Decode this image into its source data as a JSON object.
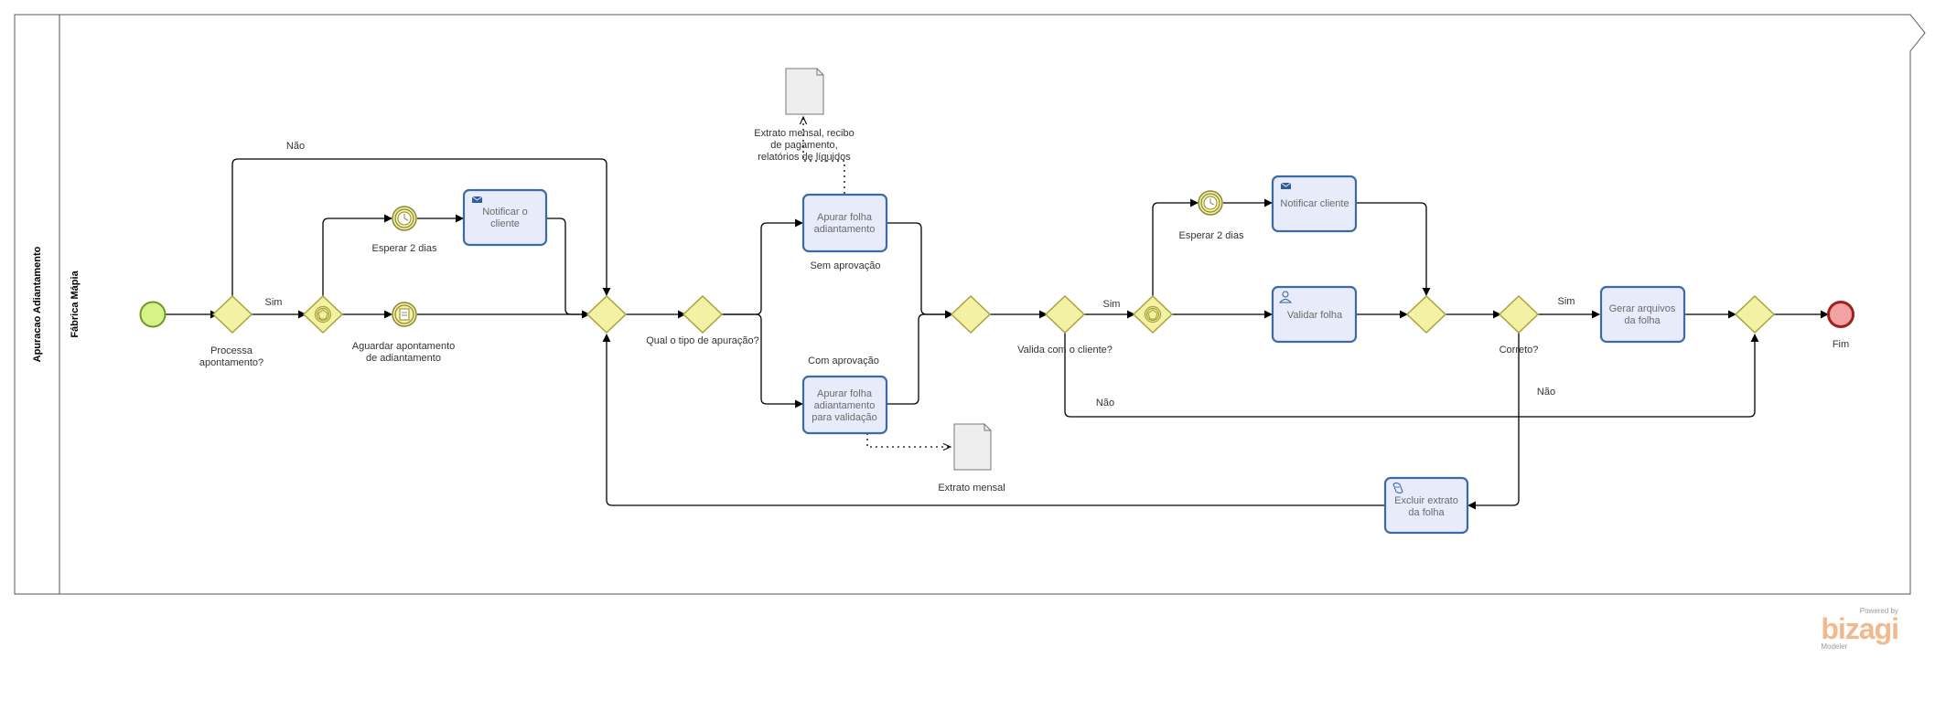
{
  "pool": {
    "name": "Apuracao Adiantamento"
  },
  "lane": {
    "name": "Fábrica Mápia"
  },
  "events": {
    "start": {
      "label": ""
    },
    "end": {
      "label": "Fim"
    },
    "timer1": {
      "label": "Esperar 2 dias"
    },
    "conditional1": {
      "label_line1": "Aguardar apontamento",
      "label_line2": "de adiantamento"
    },
    "timer2": {
      "label": "Esperar 2 dias"
    }
  },
  "gateways": {
    "processa": {
      "label_line1": "Processa",
      "label_line2": "apontamento?"
    },
    "tipo": {
      "label": "Qual o tipo de apuração?"
    },
    "valida": {
      "label": "Valida com o cliente?"
    },
    "correto": {
      "label": "Correto?"
    }
  },
  "tasks": {
    "notificar1": {
      "line1": "Notificar o",
      "line2": "cliente"
    },
    "apurar_sem": {
      "line1": "Apurar folha",
      "line2": "adiantamento"
    },
    "apurar_com": {
      "line1": "Apurar folha",
      "line2": "adiantamento",
      "line3": "para validação"
    },
    "notificar2": {
      "line1": "Notificar cliente"
    },
    "validar": {
      "line1": "Validar folha"
    },
    "gerar": {
      "line1": "Gerar arquivos",
      "line2": "da folha"
    },
    "excluir": {
      "line1": "Excluir extrato",
      "line2": "da folha"
    }
  },
  "flow_labels": {
    "nao_top": "Não",
    "sim_processa": "Sim",
    "sem_aprovacao": "Sem aprovação",
    "com_aprovacao": "Com aprovação",
    "sim_valida": "Sim",
    "nao_valida": "Não",
    "sim_correto": "Sim",
    "nao_correto": "Não"
  },
  "artifacts": {
    "doc1": {
      "line1": "Extrato mensal, recibo",
      "line2": "de pagamento,",
      "line3": "relatórios de líquidos"
    },
    "doc2": {
      "label": "Extrato mensal"
    }
  },
  "watermark": {
    "powered": "Powered by",
    "brand": "bizagi",
    "product": "Modeler"
  },
  "colors": {
    "gateway": "#f3f1a4",
    "task_fill": "#e8ecfa",
    "task_border": "#3c6aa5",
    "start": "#d8f28a",
    "end": "#f1a3a3"
  }
}
